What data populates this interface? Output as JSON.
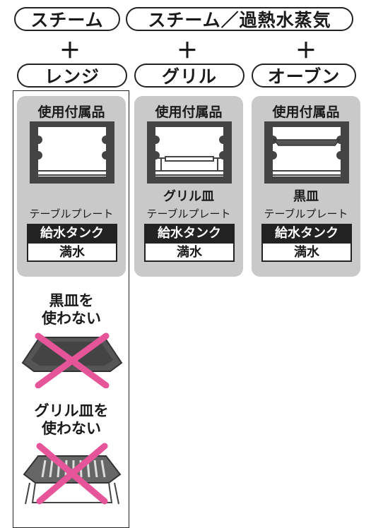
{
  "modes": {
    "steam": "スチーム",
    "steam_superheated": "スチーム／過熱水蒸気",
    "plus": "＋",
    "range": "レンジ",
    "grill": "グリル",
    "oven": "オーブン"
  },
  "panels": [
    {
      "title": "使用付属品",
      "item": "",
      "plate": "テーブルプレート",
      "tank": "給水タンク",
      "tank_status": "満水"
    },
    {
      "title": "使用付属品",
      "item": "グリル皿",
      "plate": "テーブルプレート",
      "tank": "給水タンク",
      "tank_status": "満水"
    },
    {
      "title": "使用付属品",
      "item": "黒皿",
      "plate": "テーブルプレート",
      "tank": "給水タンク",
      "tank_status": "満水"
    }
  ],
  "warnings": {
    "no_black_tray_line1": "黒皿を",
    "no_black_tray_line2": "使わない",
    "no_grill_tray_line1": "グリル皿を",
    "no_grill_tray_line2": "使わない"
  },
  "colors": {
    "panel_bg": "#c9c9c9",
    "cross": "#e6559a",
    "tray": "#555555"
  }
}
